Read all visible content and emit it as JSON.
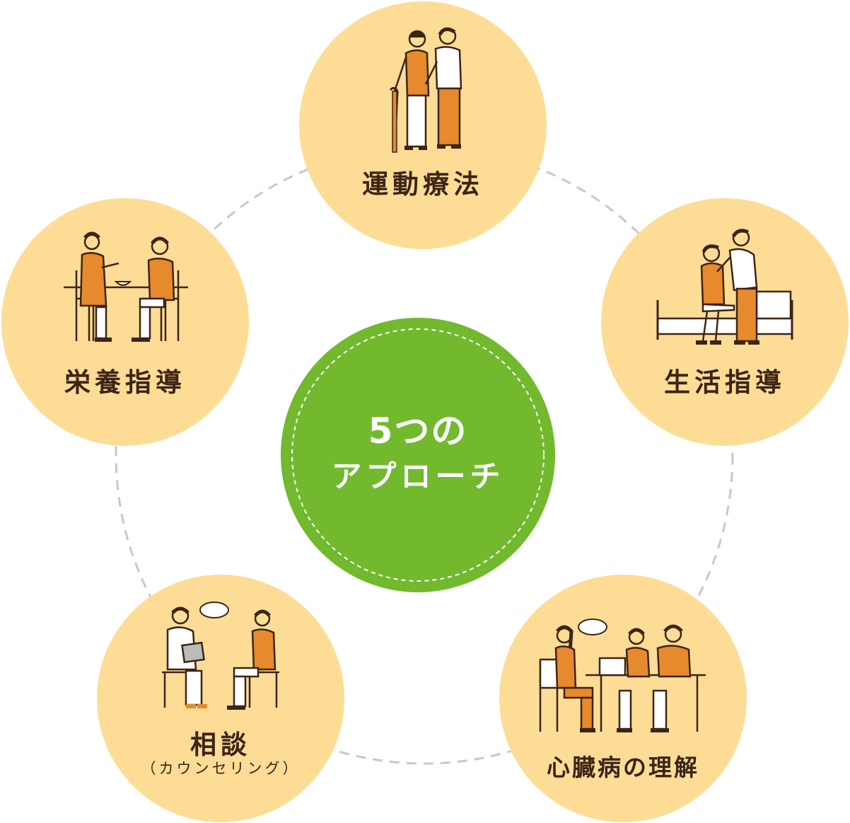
{
  "colors": {
    "node_fill": "#FDDD96",
    "center_fill": "#72B92E",
    "label_text": "#3C2416",
    "dash": "#C8C8C8",
    "accent_orange": "#E7892D",
    "line": "#3C2416"
  },
  "center": {
    "line1": "5つの",
    "line2": "アプローチ"
  },
  "nodes": [
    {
      "id": "exercise",
      "label": "運動療法",
      "icon": "walking-assist-icon"
    },
    {
      "id": "lifestyle",
      "label": "生活指導",
      "icon": "bed-assist-icon"
    },
    {
      "id": "heart",
      "label": "心臓病の理解",
      "icon": "group-meeting-icon"
    },
    {
      "id": "counseling",
      "label": "相談",
      "sublabel": "（カウンセリング）",
      "icon": "doctor-consultation-icon"
    },
    {
      "id": "nutrition",
      "label": "栄養指導",
      "icon": "dining-table-icon"
    }
  ]
}
